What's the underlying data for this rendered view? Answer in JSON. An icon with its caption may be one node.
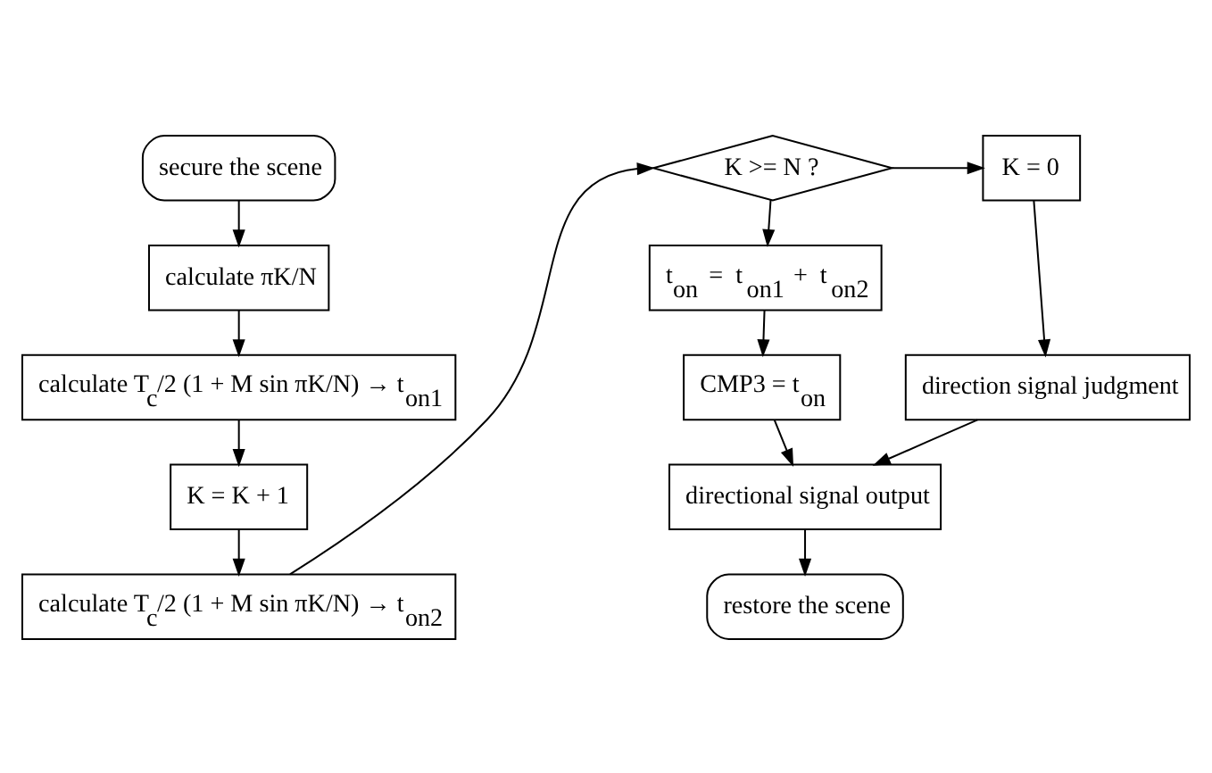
{
  "diagram": {
    "nodes": [
      {
        "text": [
          "secure the scene"
        ]
      },
      {
        "text": [
          "calculate πK/N"
        ]
      },
      {
        "text": [
          "calculate T$_{c}$/2 (1 + M sin πK/N) → t$_{on1}$"
        ]
      },
      {
        "text": [
          "K = K + 1"
        ]
      },
      {
        "text": [
          "calculate T$_{c}$/2 (1 + M sin πK/N) → t$_{on2}$"
        ]
      },
      {
        "text": [
          "K >= N ?"
        ]
      },
      {
        "text": [
          "K = 0"
        ]
      },
      {
        "text": [
          "t$_{on}$ = t$_{on1}$ + t$_{on2}$"
        ]
      },
      {
        "text": [
          "CMP3 = t$_{on}$"
        ]
      },
      {
        "text": [
          "direction signal judgment"
        ]
      },
      {
        "text": [
          "directional signal output"
        ]
      },
      {
        "text": [
          "restore the scene"
        ]
      }
    ],
    "edges": [
      {
        "from": 0,
        "to": 1,
        "arrow": "to"
      },
      {
        "from": 1,
        "to": 2,
        "arrow": "to"
      },
      {
        "from": 2,
        "to": 3,
        "arrow": "to"
      },
      {
        "from": 3,
        "to": 4,
        "arrow": "to"
      },
      {
        "from": 4,
        "to": 5,
        "arrow": "to"
      },
      {
        "from": 5,
        "to": 6,
        "arrow": "to"
      },
      {
        "from": 5,
        "to": 7,
        "arrow": "to"
      },
      {
        "from": 7,
        "to": 8,
        "arrow": "to"
      },
      {
        "from": 6,
        "to": 9,
        "arrow": "to"
      },
      {
        "from": 8,
        "to": 10,
        "arrow": "to"
      },
      {
        "from": 9,
        "to": 10,
        "arrow": "to"
      },
      {
        "from": 10,
        "to": 11,
        "arrow": "to"
      }
    ]
  }
}
